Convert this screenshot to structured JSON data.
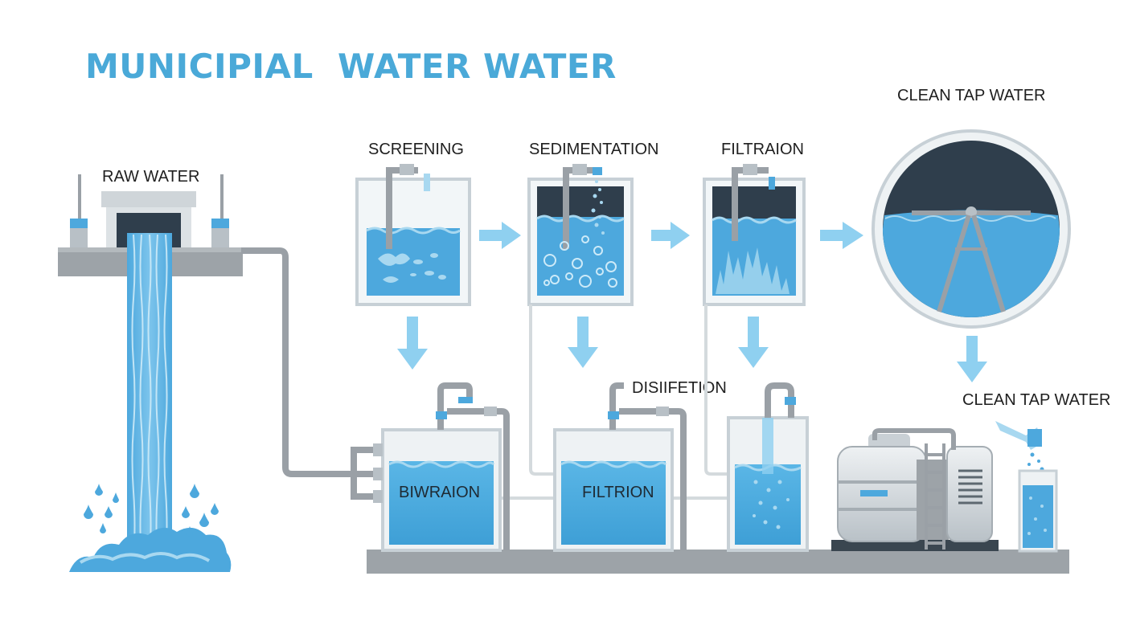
{
  "title": "MUNICIPIAL  WATER WATER",
  "stages": {
    "raw_water": "RAW WATER",
    "screening": "SCREENING",
    "sedimentation": "SEDIMENTATION",
    "filtration_top": "FILTRAION",
    "clean_tap_water_top": "CLEAN TAP WATER",
    "clean_tap_water_right": "CLEAN TAP WATER",
    "disinfection": "DISIIFETION"
  },
  "tanks": {
    "tank_1": "BIWRAION",
    "tank_2": "FILTRION"
  },
  "colors": {
    "title": "#4aa9d8",
    "water": "#4da8dd",
    "water_light": "#a8d8f0",
    "arrow": "#8fd0f0",
    "pipe": "#9aa0a6",
    "tank_border": "#c7d0d6",
    "dark": "#2f3e4c"
  }
}
